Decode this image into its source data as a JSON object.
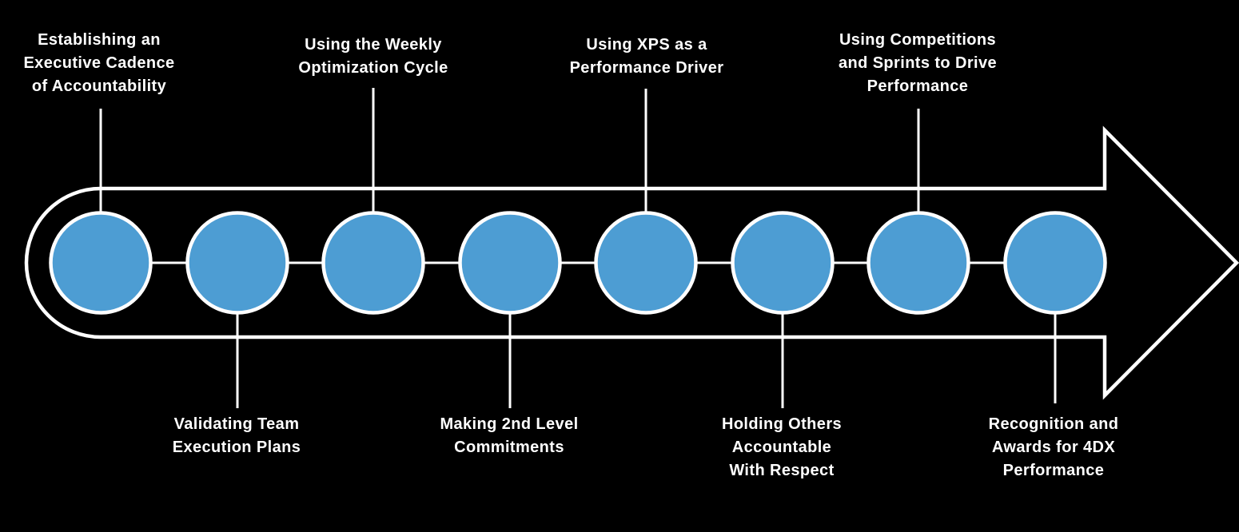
{
  "diagram": {
    "title_semantic": "4DX rollout timeline arrow with eight stages",
    "background_color": "#000000",
    "outline_color": "#ffffff",
    "connector_color": "#ffffff",
    "circle_fill": "#4D9DD3",
    "circle_stroke": "#ffffff",
    "text_color": "#ffffff",
    "stages": [
      {
        "label": "Establishing an\nExecutive Cadence\nof Accountability",
        "position": "top"
      },
      {
        "label": "Validating Team\nExecution Plans",
        "position": "bottom"
      },
      {
        "label": "Using the Weekly\nOptimization Cycle",
        "position": "top"
      },
      {
        "label": "Making 2nd Level\nCommitments",
        "position": "bottom"
      },
      {
        "label": "Using XPS as a\nPerformance Driver",
        "position": "top"
      },
      {
        "label": "Holding Others\nAccountable\nWith Respect",
        "position": "bottom"
      },
      {
        "label": "Using Competitions\nand Sprints to Drive\nPerformance",
        "position": "top"
      },
      {
        "label": "Recognition and\nAwards for 4DX\nPerformance",
        "position": "bottom"
      }
    ]
  }
}
